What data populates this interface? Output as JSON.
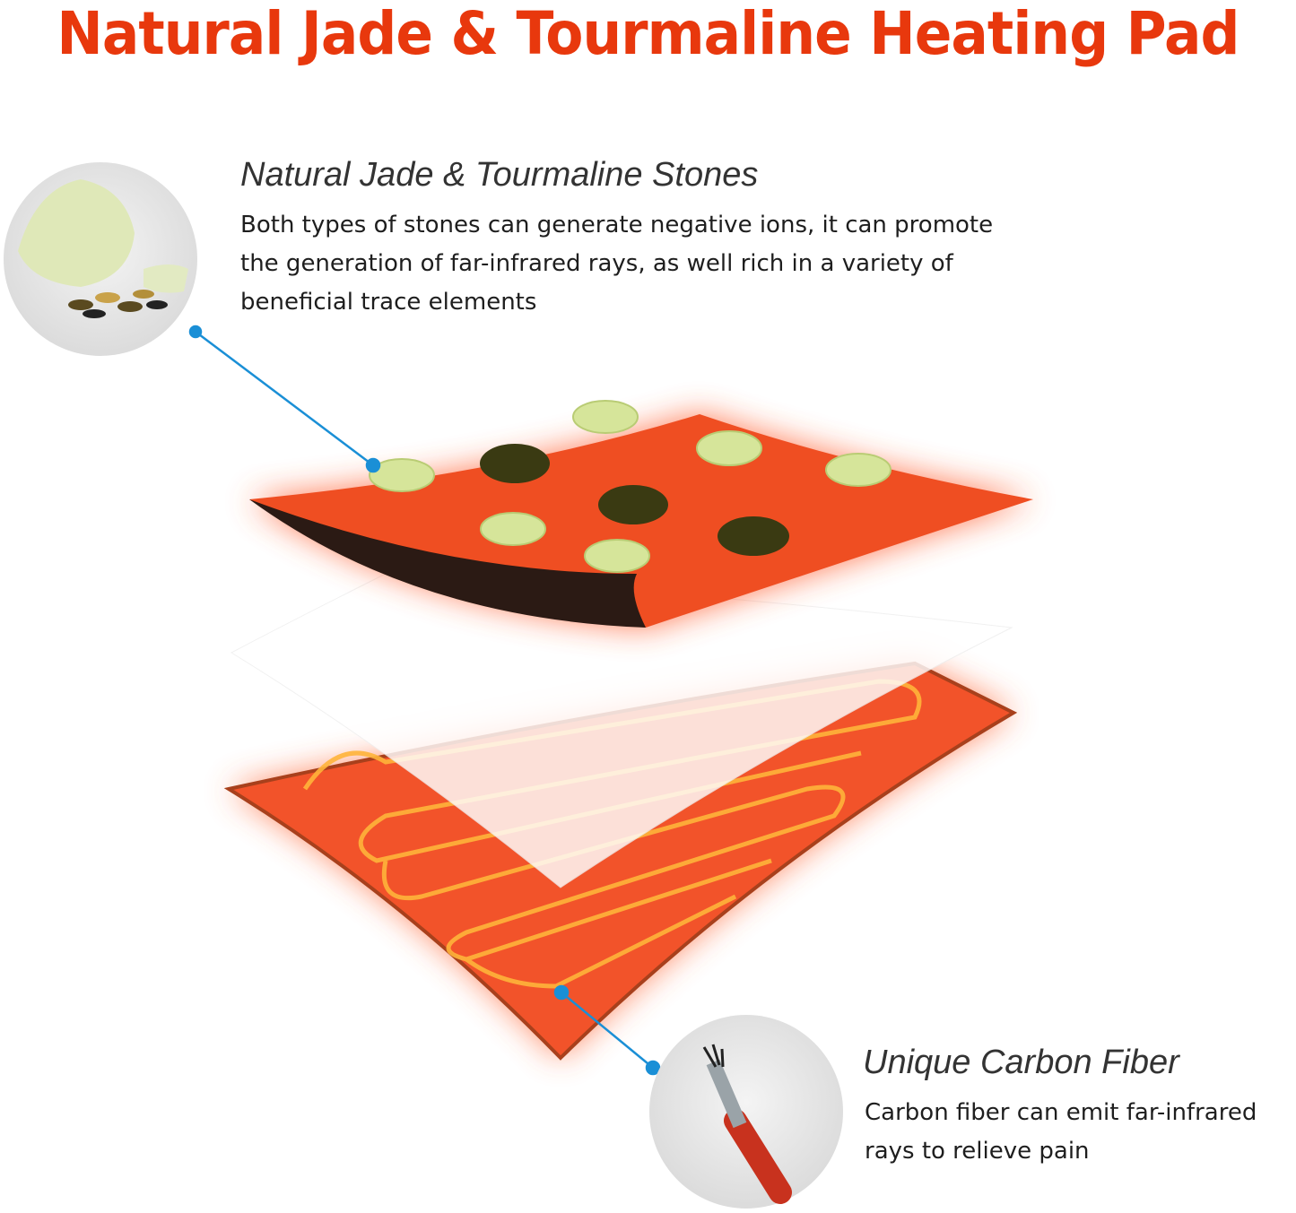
{
  "title": "Natural Jade & Tourmaline Heating Pad",
  "callouts": [
    {
      "heading": "Natural Jade & Tourmaline Stones",
      "lines": [
        "Both types of stones can generate negative ions, it can promote",
        "the generation of far-infrared rays, as well rich in a variety of",
        "beneficial trace elements"
      ]
    },
    {
      "heading": "Unique Carbon Fiber",
      "lines": [
        "Carbon fiber can emit far-infrared",
        "rays to relieve pain"
      ]
    }
  ],
  "colors": {
    "title": "#e8380d",
    "pad": "#f0502a",
    "jade": "#d6e59a",
    "tourmaline": "#3a3a12",
    "callout_line": "#1a8fd6"
  }
}
